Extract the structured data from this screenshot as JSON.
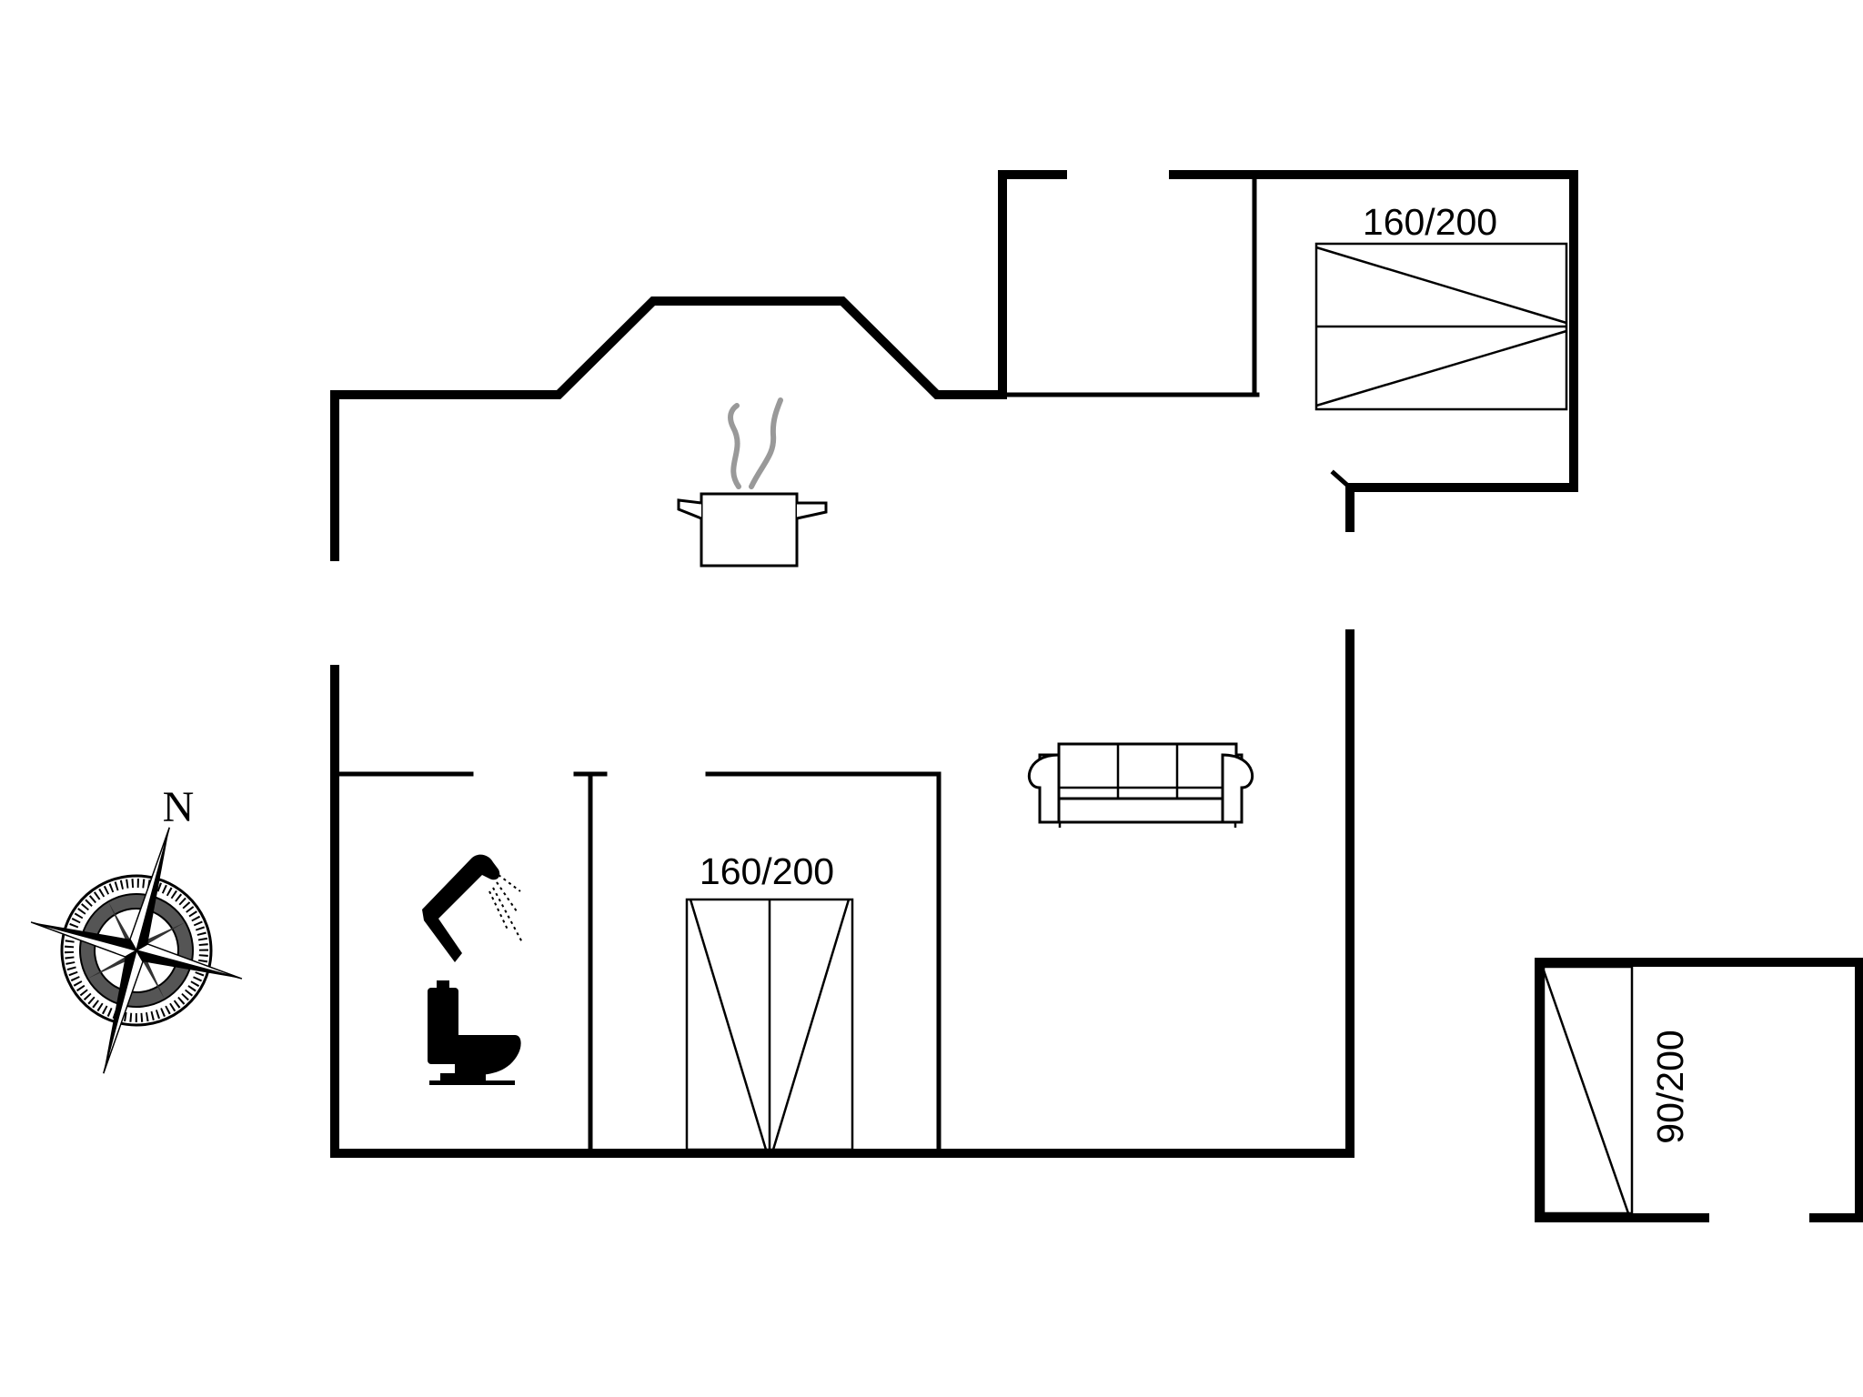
{
  "compass": {
    "north_label": "N"
  },
  "beds": {
    "bedroom_1": {
      "size_label": "160/200"
    },
    "bedroom_2": {
      "size_label": "160/200"
    },
    "annex": {
      "size_label": "90/200"
    }
  },
  "icons": {
    "kitchen": "cooking-pot-icon",
    "living": "sofa-icon",
    "bathroom_shower": "shower-icon",
    "bathroom_toilet": "toilet-icon",
    "compass": "compass-rose-icon"
  },
  "colors": {
    "walls": "#000000",
    "background": "#ffffff",
    "steam": "#999999"
  }
}
